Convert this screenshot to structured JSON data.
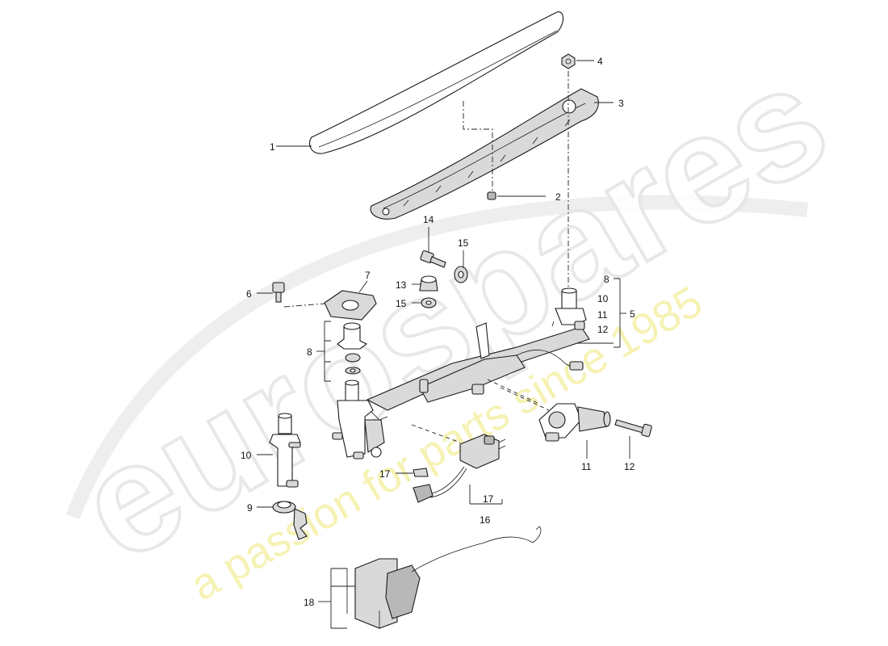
{
  "watermark": {
    "brand": "eurospares",
    "tagline": "a passion for parts since 1985"
  },
  "callouts": {
    "c1": "1",
    "c2": "2",
    "c3": "3",
    "c4": "4",
    "c5": "5",
    "c6": "6",
    "c7": "7",
    "c8a": "8",
    "c8b": "8",
    "c9": "9",
    "c10a": "10",
    "c10b": "10",
    "c11a": "11",
    "c11b": "11",
    "c12a": "12",
    "c12b": "12",
    "c13": "13",
    "c14": "14",
    "c15a": "15",
    "c15b": "15",
    "c16": "16",
    "c17a": "17",
    "c17b": "17",
    "c18": "18"
  },
  "colors": {
    "line": "#1a1a1a",
    "part_fill": "#d9d9d9",
    "watermark_outline": "#e6e6e6",
    "watermark_tagline": "#f2ee9c"
  }
}
